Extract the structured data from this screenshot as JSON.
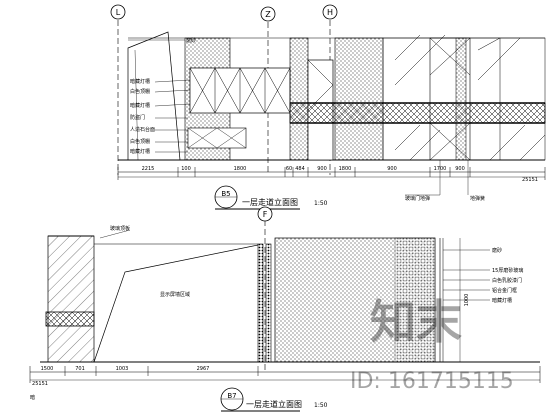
{
  "upper": {
    "grid_markers": [
      "L",
      "Z",
      "H"
    ],
    "labels_left": [
      "磨砂",
      "暗藏灯槽",
      "白色顶棚",
      "暗藏灯槽",
      "防盗门",
      "人造石台面",
      "白色顶棚",
      "暗藏灯槽"
    ],
    "dims": [
      "2215",
      "100",
      "1800",
      "60",
      "484",
      "900",
      "1800",
      "900",
      "1700",
      "900",
      "25151"
    ],
    "labels_bottom": [
      "玻璃门地弹",
      "地弹簧"
    ],
    "callout": {
      "mark": "B5",
      "title": "一层走道立面图",
      "scale": "1:50"
    }
  },
  "lower": {
    "grid_markers": [
      "F"
    ],
    "top_label": "玻璃顶板",
    "center_label": "显示屏墙区域",
    "labels_right": [
      "磨砂",
      "15厚磨砂玻璃",
      "白色乳胶漆门",
      "铝合金门框",
      "暗藏灯槽"
    ],
    "dims": [
      "1500",
      "701",
      "1003",
      "2967",
      "25151"
    ],
    "bottom_label": "暗",
    "side_dim": "1000",
    "callout": {
      "mark": "B7",
      "title": "一层走道立面图",
      "scale": "1:50"
    }
  },
  "watermark": {
    "logo_text": "知末",
    "id_text": "ID: 161715115"
  }
}
